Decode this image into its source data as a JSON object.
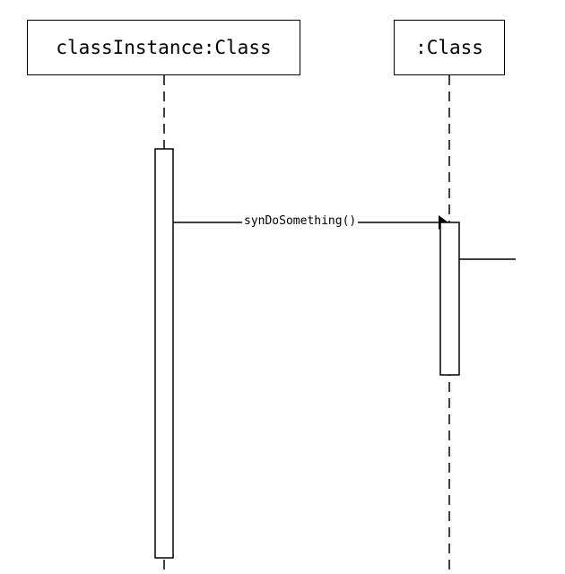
{
  "lifelines": [
    {
      "id": "a",
      "label": "classInstance:Class"
    },
    {
      "id": "b",
      "label": ":Class"
    }
  ],
  "messages": [
    {
      "id": "m1",
      "label": "synDoSomething()",
      "from": "a",
      "to": "b",
      "type": "synchronous"
    }
  ],
  "colors": {
    "line": "#000000",
    "background": "#ffffff"
  }
}
